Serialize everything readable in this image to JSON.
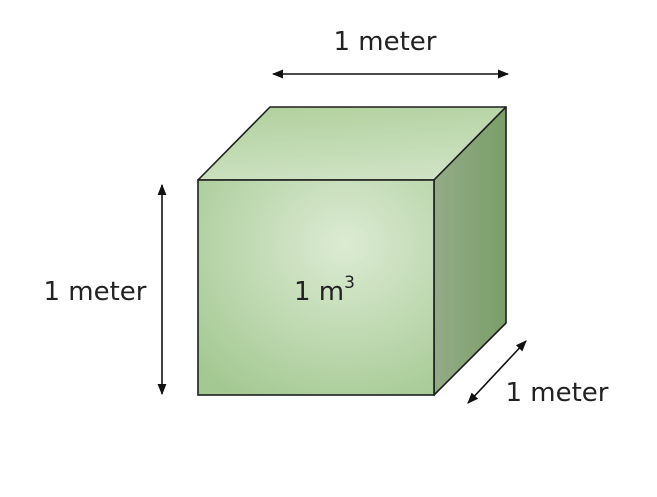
{
  "labels": {
    "width": "1 meter",
    "height": "1 meter",
    "depth": "1 meter",
    "volume_base": "1 m",
    "volume_exp": "3"
  },
  "colors": {
    "front_center": "#dcebd3",
    "front_edge": "#a3c891",
    "top_light": "#c8dfbc",
    "top_dark": "#b2d19f",
    "side_light": "#94ab88",
    "side_dark": "#7a9e69",
    "stroke": "#1e1e1e"
  }
}
